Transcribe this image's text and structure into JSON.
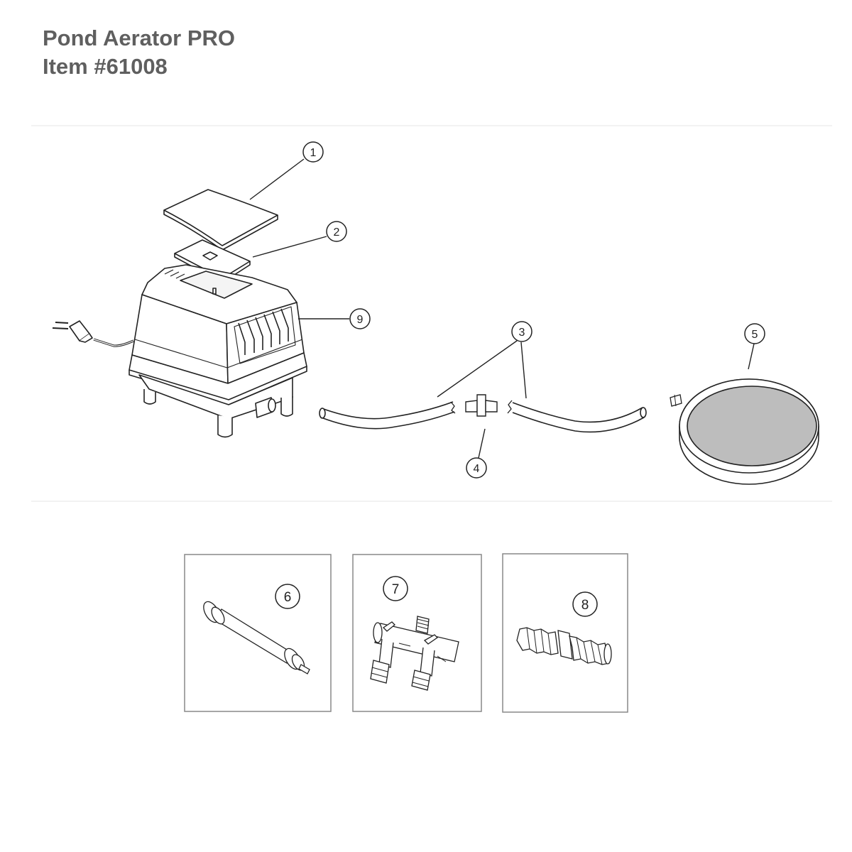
{
  "header": {
    "title": "Pond Aerator PRO",
    "item": "Item #61008"
  },
  "callouts": {
    "c1": "1",
    "c2": "2",
    "c3": "3",
    "c4": "4",
    "c5": "5",
    "c6": "6",
    "c7": "7",
    "c8": "8",
    "c9": "9"
  },
  "colors": {
    "title": "#5f5f5f",
    "line": "#222222",
    "divider": "#eeeeee",
    "box_border": "#888888",
    "stone_fill": "#bdbdbd"
  }
}
